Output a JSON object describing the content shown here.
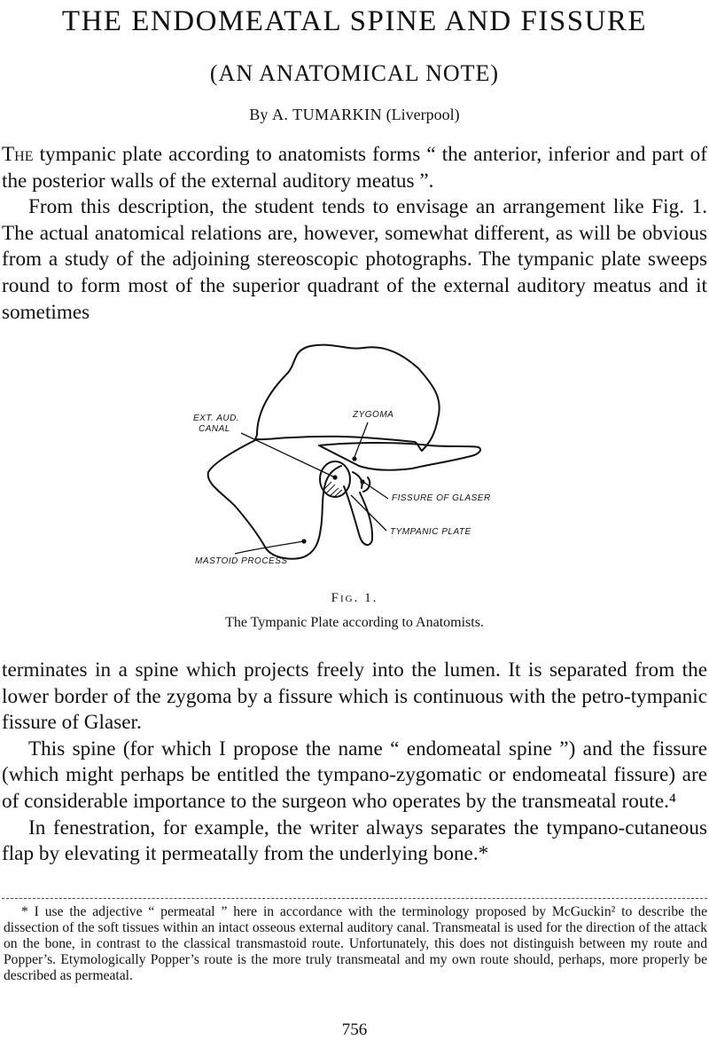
{
  "header": {
    "title": "THE ENDOMEATAL SPINE AND FISSURE",
    "subtitle": "(AN ANATOMICAL NOTE)",
    "byline_prefix": "By ",
    "author": "A. TUMARKIN",
    "affiliation": " (Liverpool)"
  },
  "body_before_figure": [
    {
      "lead": "The",
      "text": " tympanic plate according to anatomists forms “ the anterior, inferior and part of the posterior walls of the external auditory meatus ”."
    },
    {
      "text": "From this description, the student tends to envisage an arrangement like Fig. 1. The actual anatomical relations are, however, somewhat different, as will be obvious from a study of the adjoining stereoscopic photographs. The tympanic plate sweeps round to form most of the superior quadrant of the external auditory meatus and it sometimes"
    }
  ],
  "figure": {
    "labels": {
      "ext_aud_line1": "EXT. AUD.",
      "ext_aud_line2": "CANAL",
      "zygoma": "ZYGOMA",
      "fissure": "FISSURE OF GLASER",
      "tympanic": "TYMPANIC PLATE",
      "mastoid": "MASTOID PROCESS"
    },
    "number_label": "Fig. 1.",
    "caption": "The Tympanic Plate according to Anatomists."
  },
  "body_after_figure": [
    {
      "text": "terminates in a spine which projects freely into the lumen. It is separated from the lower border of the zygoma by a fissure which is continuous with the petro-tympanic fissure of Glaser."
    },
    {
      "text": "This spine (for which I propose the name “ endomeatal spine ”) and the fissure (which might perhaps be entitled the tympano-zygomatic or endomeatal fissure) are of considerable importance to the surgeon who operates by the transmeatal route.⁴"
    },
    {
      "text": "In fenestration, for example, the writer always separates the tympano-cutaneous flap by elevating it permeatally from the underlying bone.*"
    }
  ],
  "footnote": {
    "text": "* I use the adjective “ permeatal ” here in accordance with the terminology proposed by McGuckin² to describe the dissection of the soft tissues within an intact osseous external auditory canal. Transmeatal is used for the direction of the attack on the bone, in contrast to the classical transmastoid route. Unfortunately, this does not distinguish between my route and Popper’s. Etymologically Popper’s route is the more truly transmeatal and my own route should, perhaps, more properly be described as permeatal."
  },
  "page_number": "756"
}
